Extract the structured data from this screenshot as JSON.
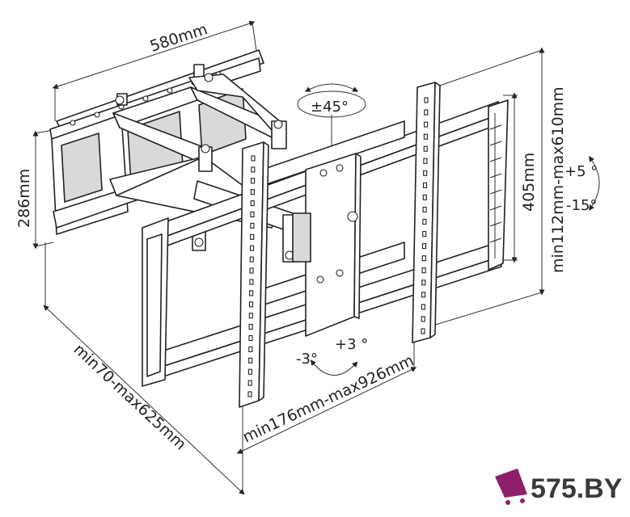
{
  "dimensions": {
    "width_top": "580mm",
    "height_left": "286mm",
    "depth": "min70-max625mm",
    "width_bottom": "min176mm-max926mm",
    "height_right_inner": "405mm",
    "height_right_outer": "min112mm-max610mm"
  },
  "angles": {
    "swivel": "±45°",
    "tilt_up": "+5 °",
    "tilt_down": "-15°",
    "rotate_left": "-3°",
    "rotate_right": "+3 °"
  },
  "brand": {
    "name": "575.BY",
    "accent": "#8e1f6b"
  },
  "colors": {
    "line": "#222222",
    "background": "#ffffff"
  }
}
